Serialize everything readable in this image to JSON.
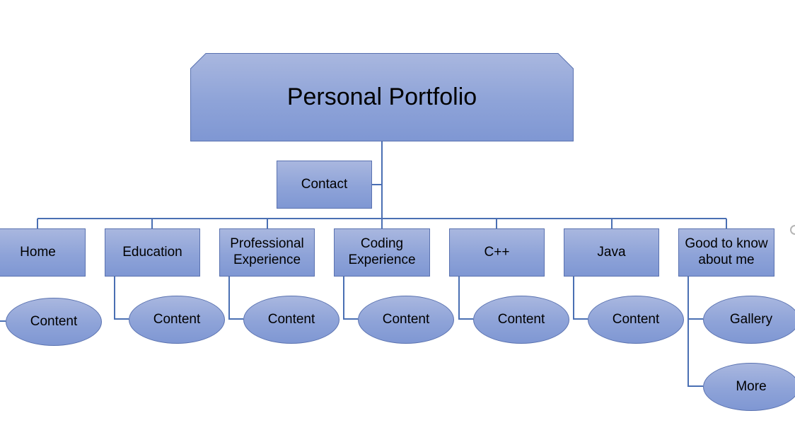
{
  "title": "Personal Portfolio",
  "contact": "Contact",
  "sections": [
    {
      "label": "Home",
      "children": [
        "Content"
      ]
    },
    {
      "label": "Education",
      "children": [
        "Content"
      ]
    },
    {
      "label": "Professional Experience",
      "children": [
        "Content"
      ]
    },
    {
      "label": "Coding Experience",
      "children": [
        "Content"
      ]
    },
    {
      "label": "C++",
      "children": [
        "Content"
      ]
    },
    {
      "label": "Java",
      "children": [
        "Content"
      ]
    },
    {
      "label": "Good to know about me",
      "children": [
        "Gallery",
        "More"
      ]
    }
  ],
  "colors": {
    "connector": "#4a6fb3",
    "node_fill_top": "#a9b7df",
    "node_fill_bottom": "#7f97d3",
    "node_border": "#5a72b0"
  }
}
